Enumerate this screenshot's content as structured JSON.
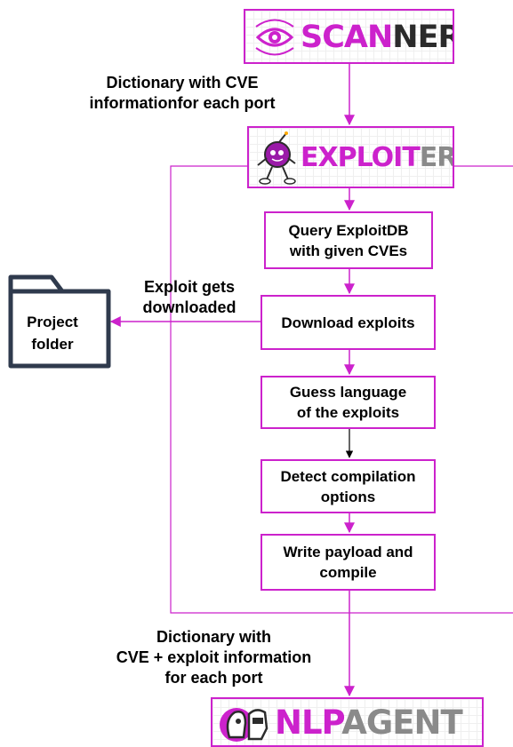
{
  "scanner": {
    "prefix": "SCAN",
    "suffix": "NER"
  },
  "exploiter": {
    "prefix": "EXPLOIT",
    "suffix": "ER"
  },
  "nlpagent": {
    "prefix": "NLP",
    "suffix": "AGENT"
  },
  "labels": {
    "scanner_output": "Dictionary with CVE\ninformationfor each port",
    "download_note": "Exploit gets\ndownloaded",
    "final_output": "Dictionary with\nCVE + exploit information\nfor each port"
  },
  "folder": {
    "label": "Project\nfolder"
  },
  "steps": [
    "Query ExploitDB\nwith given CVEs",
    "Download exploits",
    "Guess language\nof the exploits",
    "Detect compilation\noptions",
    "Write payload and\ncompile"
  ],
  "colors": {
    "accent": "#cc22cc",
    "logo_dark": "#2b2b2b",
    "logo_grey": "#8a8a8a"
  }
}
